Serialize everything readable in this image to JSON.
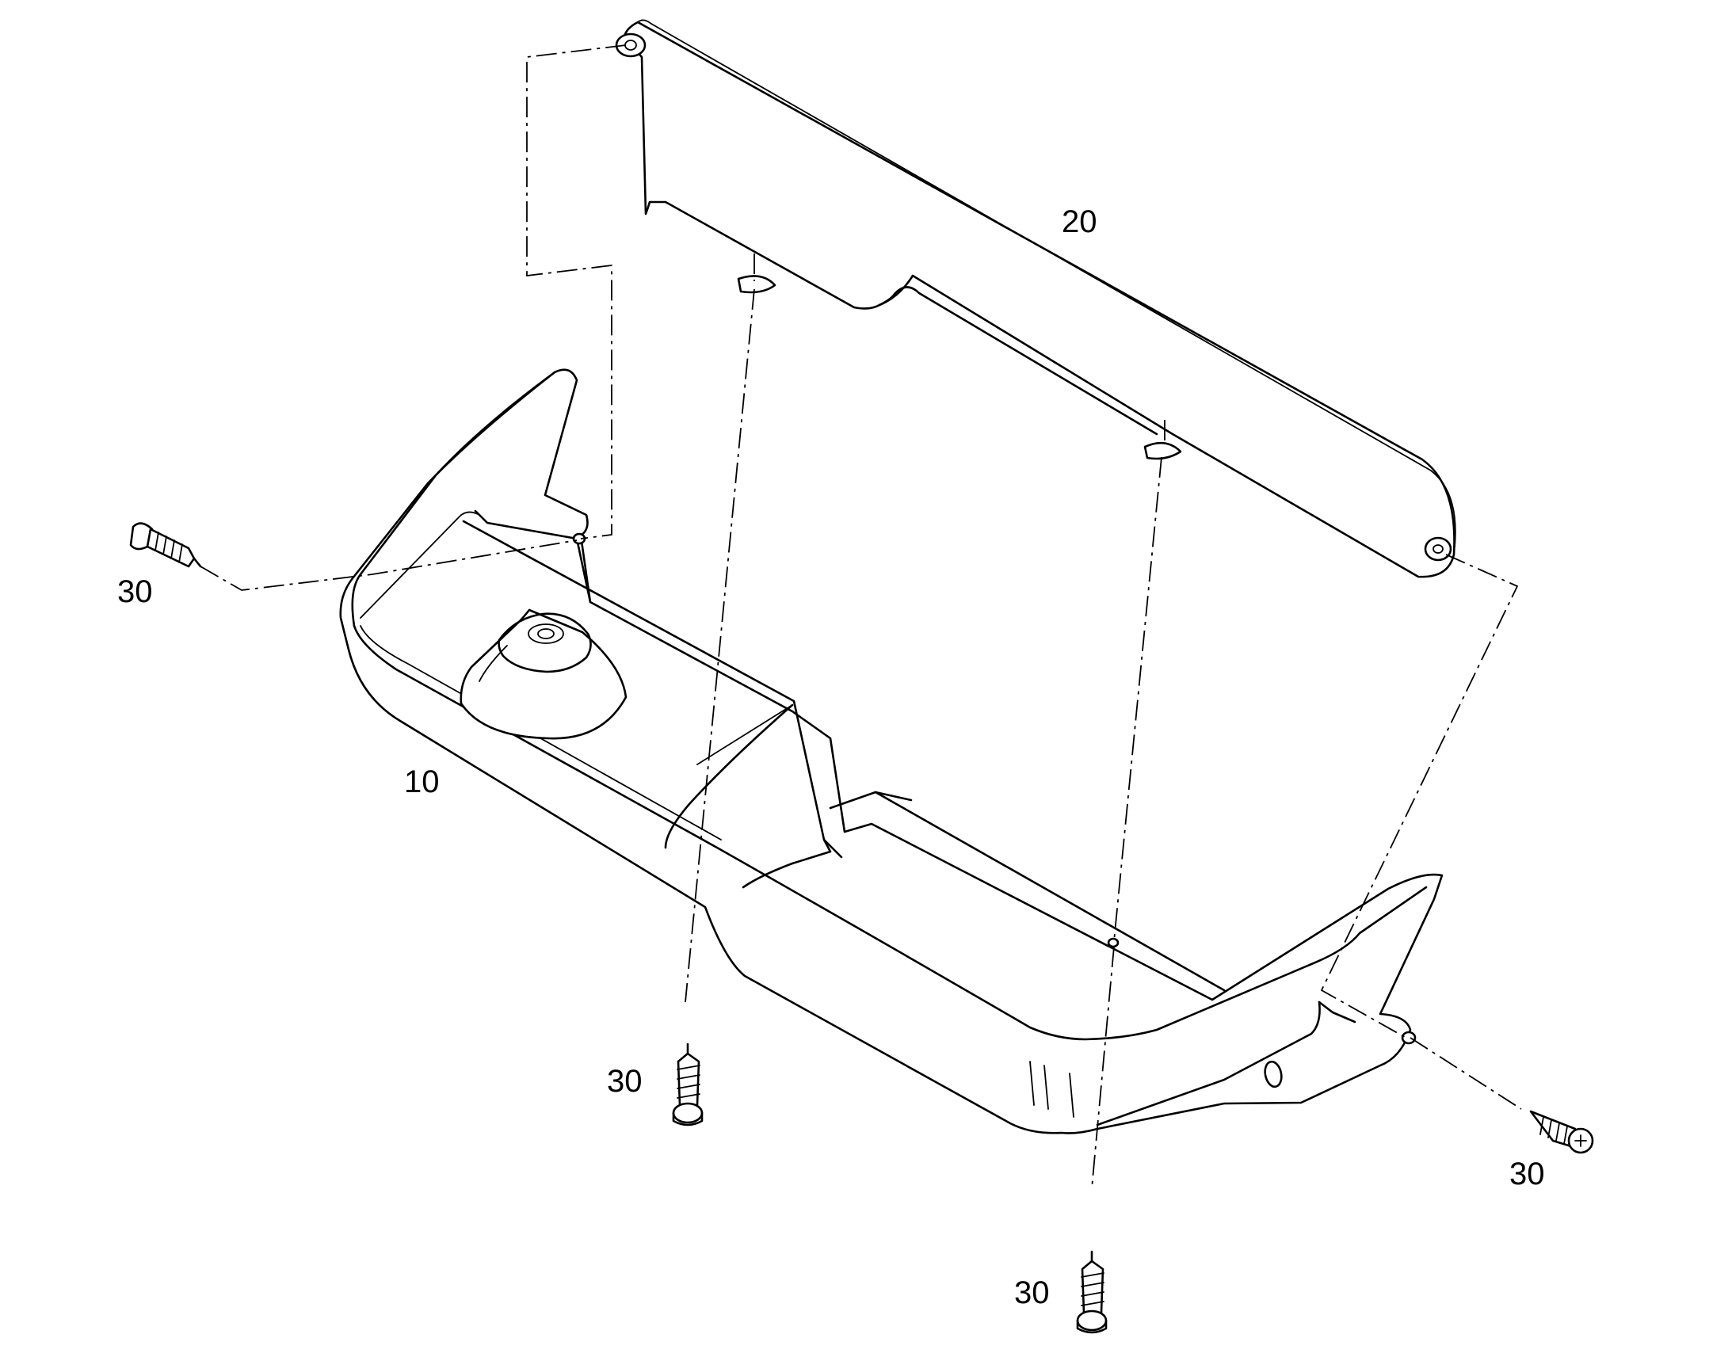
{
  "labels": {
    "part_10": "10",
    "part_20": "20",
    "screw_left": "30",
    "screw_bottom_left": "30",
    "screw_bottom_center": "30",
    "screw_right": "30"
  }
}
